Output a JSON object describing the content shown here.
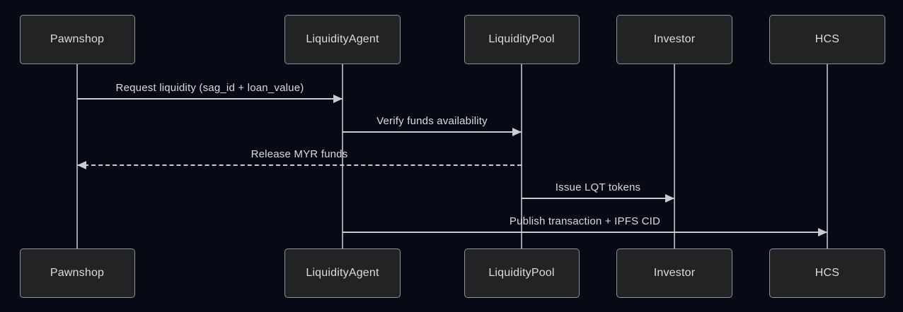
{
  "diagram": {
    "type": "sequence-diagram",
    "participants": [
      {
        "id": "pawnshop",
        "label": "Pawnshop"
      },
      {
        "id": "liquidity-agent",
        "label": "LiquidityAgent"
      },
      {
        "id": "liquidity-pool",
        "label": "LiquidityPool"
      },
      {
        "id": "investor",
        "label": "Investor"
      },
      {
        "id": "hcs",
        "label": "HCS"
      }
    ],
    "messages": [
      {
        "from": "pawnshop",
        "to": "liquidity-agent",
        "label": "Request liquidity (sag_id + loan_value)",
        "line": "solid"
      },
      {
        "from": "liquidity-agent",
        "to": "liquidity-pool",
        "label": "Verify funds availability",
        "line": "solid"
      },
      {
        "from": "liquidity-pool",
        "to": "pawnshop",
        "label": "Release MYR funds",
        "line": "dashed"
      },
      {
        "from": "liquidity-pool",
        "to": "investor",
        "label": "Issue LQT tokens",
        "line": "solid"
      },
      {
        "from": "liquidity-agent",
        "to": "hcs",
        "label": "Publish transaction + IPFS CID",
        "line": "solid"
      }
    ],
    "colors": {
      "background": "#050a15",
      "actor_fill": "#212324",
      "actor_border": "#8d9199",
      "actor_text": "#dcdcdc",
      "lifeline": "#9aa0a6",
      "message_line": "#c8cdd3",
      "message_text": "#d7dade"
    }
  }
}
